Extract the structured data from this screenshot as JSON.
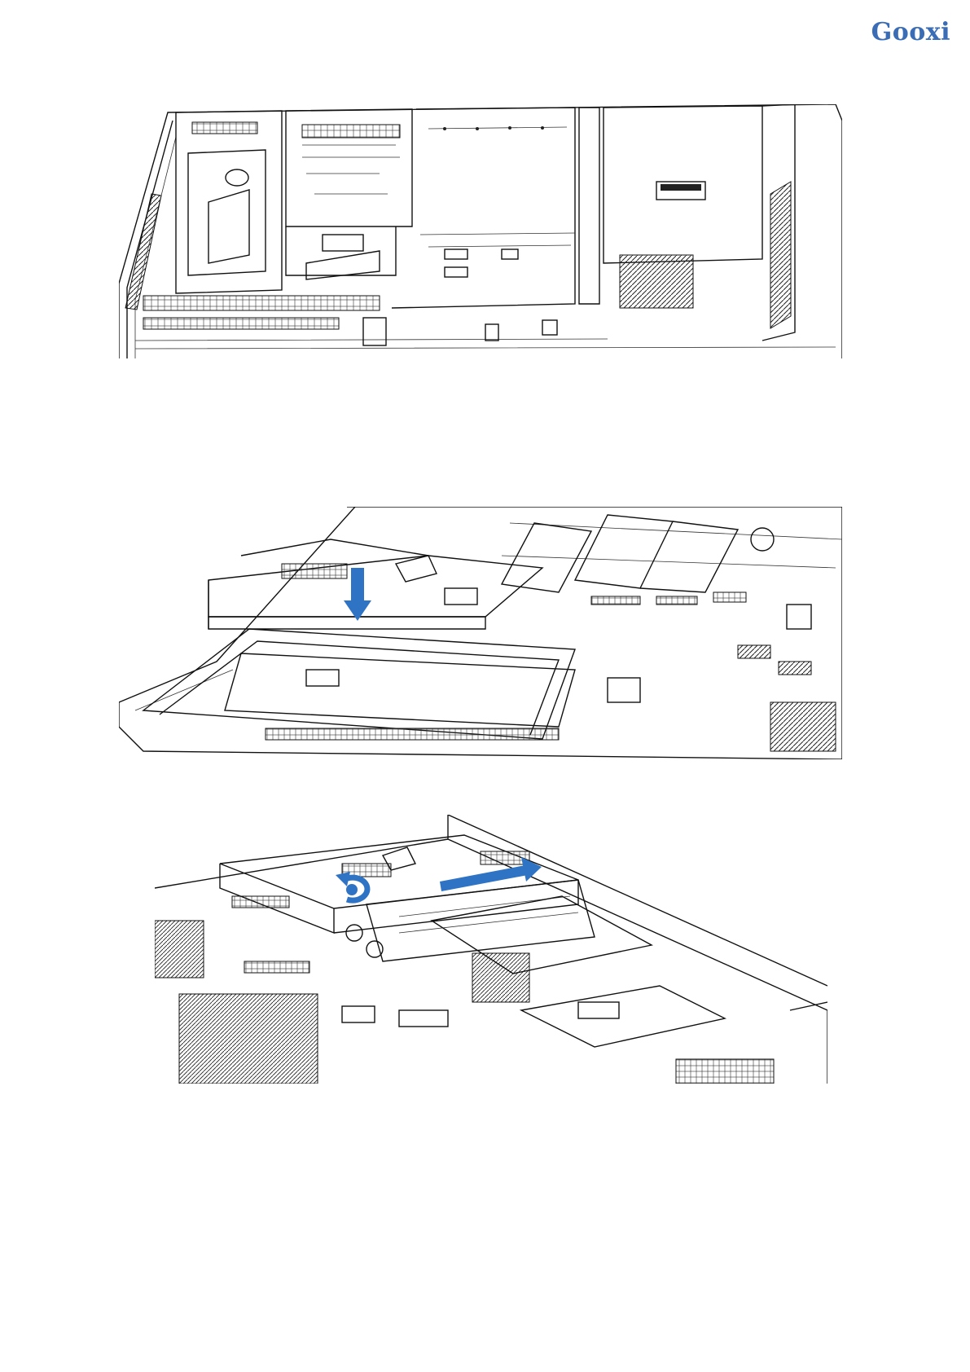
{
  "header": {
    "logo_text": "Gooxi",
    "logo_color": "#3a6db5"
  },
  "figures": [
    {
      "id": "fig1",
      "description_icon": "server-chassis-riser-removed"
    },
    {
      "id": "fig2",
      "description_icon": "riser-card-insert-down-arrow"
    },
    {
      "id": "fig3",
      "description_icon": "riser-card-secure-screw-and-slide"
    }
  ],
  "colors": {
    "arrow": "#2f74c4",
    "line": "#111111"
  }
}
